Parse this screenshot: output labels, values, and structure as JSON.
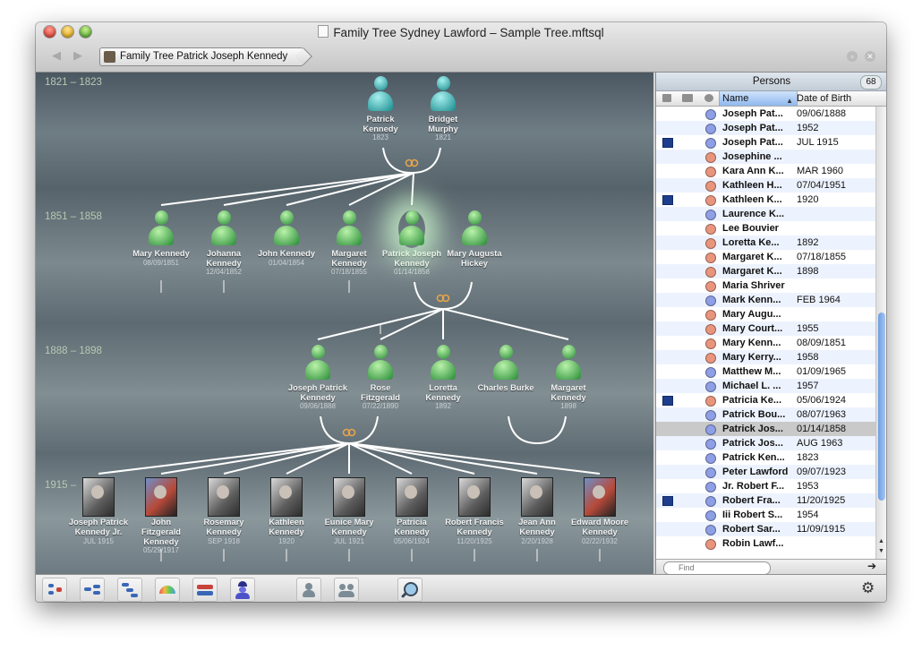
{
  "window": {
    "title": "Family Tree Sydney Lawford – Sample Tree.mftsql"
  },
  "navigation": {
    "back": "◀",
    "forward": "▶",
    "breadcrumb": "Family Tree Patrick Joseph Kennedy"
  },
  "tree": {
    "generations": [
      "1821 – 1823",
      "1851 – 1858",
      "1888 – 1898",
      "1915 – "
    ],
    "gen1": [
      {
        "name1": "Patrick",
        "name2": "Kennedy",
        "date": "1823"
      },
      {
        "name1": "Bridget",
        "name2": "Murphy",
        "date": "1821"
      }
    ],
    "gen2": [
      {
        "name1": "Mary Kennedy",
        "name2": "",
        "date": "08/09/1851"
      },
      {
        "name1": "Johanna",
        "name2": "Kennedy",
        "date": "12/04/1852"
      },
      {
        "name1": "John Kennedy",
        "name2": "",
        "date": "01/04/1854"
      },
      {
        "name1": "Margaret",
        "name2": "Kennedy",
        "date": "07/18/1855"
      },
      {
        "name1": "Patrick Joseph",
        "name2": "Kennedy",
        "date": "01/14/1858"
      },
      {
        "name1": "Mary Augusta",
        "name2": "Hickey",
        "date": ""
      }
    ],
    "gen3": [
      {
        "name1": "Joseph Patrick",
        "name2": "Kennedy",
        "date": "09/06/1888"
      },
      {
        "name1": "Rose",
        "name2": "Fitzgerald",
        "date": "07/22/1890"
      },
      {
        "name1": "Loretta",
        "name2": "Kennedy",
        "date": "1892"
      },
      {
        "name1": "Charles Burke",
        "name2": "",
        "date": ""
      },
      {
        "name1": "Margaret",
        "name2": "Kennedy",
        "date": "1898"
      }
    ],
    "gen4": [
      {
        "name1": "Joseph Patrick",
        "name2": "Kennedy Jr.",
        "name3": "",
        "date": "JUL 1915"
      },
      {
        "name1": "John",
        "name2": "Fitzgerald",
        "name3": "Kennedy",
        "date": "05/29/1917"
      },
      {
        "name1": "Rosemary",
        "name2": "Kennedy",
        "name3": "",
        "date": "SEP 1918"
      },
      {
        "name1": "Kathleen",
        "name2": "Kennedy",
        "name3": "",
        "date": "1920"
      },
      {
        "name1": "Eunice Mary",
        "name2": "Kennedy",
        "name3": "",
        "date": "JUL 1921"
      },
      {
        "name1": "Patricia",
        "name2": "Kennedy",
        "name3": "",
        "date": "05/06/1924"
      },
      {
        "name1": "Robert Francis",
        "name2": "Kennedy",
        "name3": "",
        "date": "11/20/1925"
      },
      {
        "name1": "Jean Ann",
        "name2": "Kennedy",
        "name3": "",
        "date": "2/20/1928"
      },
      {
        "name1": "Edward Moore",
        "name2": "Kennedy",
        "name3": "",
        "date": "02/22/1932"
      }
    ]
  },
  "persons_panel": {
    "title": "Persons",
    "count": "68",
    "col_name": "Name",
    "col_dob": "Date of Birth",
    "find_placeholder": "Find",
    "rows": [
      {
        "name": "Joseph Pat...",
        "dob": "09/06/1888",
        "photo": false,
        "gender": "m"
      },
      {
        "name": "Joseph Pat...",
        "dob": "1952",
        "photo": false,
        "gender": "m"
      },
      {
        "name": "Joseph Pat...",
        "dob": "JUL 1915",
        "photo": true,
        "gender": "m"
      },
      {
        "name": "Josephine ...",
        "dob": "",
        "photo": false,
        "gender": "f"
      },
      {
        "name": "Kara Ann K...",
        "dob": "MAR 1960",
        "photo": false,
        "gender": "f"
      },
      {
        "name": "Kathleen H...",
        "dob": "07/04/1951",
        "photo": false,
        "gender": "f"
      },
      {
        "name": "Kathleen K...",
        "dob": "1920",
        "photo": true,
        "gender": "f"
      },
      {
        "name": "Laurence K...",
        "dob": "",
        "photo": false,
        "gender": "m"
      },
      {
        "name": "Lee Bouvier",
        "dob": "",
        "photo": false,
        "gender": "f"
      },
      {
        "name": "Loretta Ke...",
        "dob": "1892",
        "photo": false,
        "gender": "f"
      },
      {
        "name": "Margaret K...",
        "dob": "07/18/1855",
        "photo": false,
        "gender": "f"
      },
      {
        "name": "Margaret K...",
        "dob": "1898",
        "photo": false,
        "gender": "f"
      },
      {
        "name": "Maria Shriver",
        "dob": "",
        "photo": false,
        "gender": "f"
      },
      {
        "name": "Mark Kenn...",
        "dob": "FEB 1964",
        "photo": false,
        "gender": "m"
      },
      {
        "name": "Mary Augu...",
        "dob": "",
        "photo": false,
        "gender": "f"
      },
      {
        "name": "Mary Court...",
        "dob": "1955",
        "photo": false,
        "gender": "f"
      },
      {
        "name": "Mary Kenn...",
        "dob": "08/09/1851",
        "photo": false,
        "gender": "f"
      },
      {
        "name": "Mary Kerry...",
        "dob": "1958",
        "photo": false,
        "gender": "f"
      },
      {
        "name": "Matthew M...",
        "dob": "01/09/1965",
        "photo": false,
        "gender": "m"
      },
      {
        "name": "Michael L. ...",
        "dob": "1957",
        "photo": false,
        "gender": "m"
      },
      {
        "name": "Patricia Ke...",
        "dob": "05/06/1924",
        "photo": true,
        "gender": "f"
      },
      {
        "name": "Patrick Bou...",
        "dob": "08/07/1963",
        "photo": false,
        "gender": "m"
      },
      {
        "name": "Patrick Jos...",
        "dob": "01/14/1858",
        "photo": false,
        "gender": "m"
      },
      {
        "name": "Patrick Jos...",
        "dob": "AUG 1963",
        "photo": false,
        "gender": "m"
      },
      {
        "name": "Patrick Ken...",
        "dob": "1823",
        "photo": false,
        "gender": "m"
      },
      {
        "name": "Peter Lawford",
        "dob": "09/07/1923",
        "photo": false,
        "gender": "m"
      },
      {
        "name": "Jr. Robert F...",
        "dob": "1953",
        "photo": false,
        "gender": "m"
      },
      {
        "name": "Robert Fra...",
        "dob": "11/20/1925",
        "photo": true,
        "gender": "m"
      },
      {
        "name": "Iii Robert S...",
        "dob": "1954",
        "photo": false,
        "gender": "m"
      },
      {
        "name": "Robert Sar...",
        "dob": "11/09/1915",
        "photo": false,
        "gender": "m"
      },
      {
        "name": "Robin Lawf...",
        "dob": "",
        "photo": false,
        "gender": "f"
      }
    ]
  },
  "colors": {
    "male": "#8e9fe6",
    "female": "#e9957d",
    "selected_row": "#c9c9c9",
    "accent": "#6d9de0"
  }
}
